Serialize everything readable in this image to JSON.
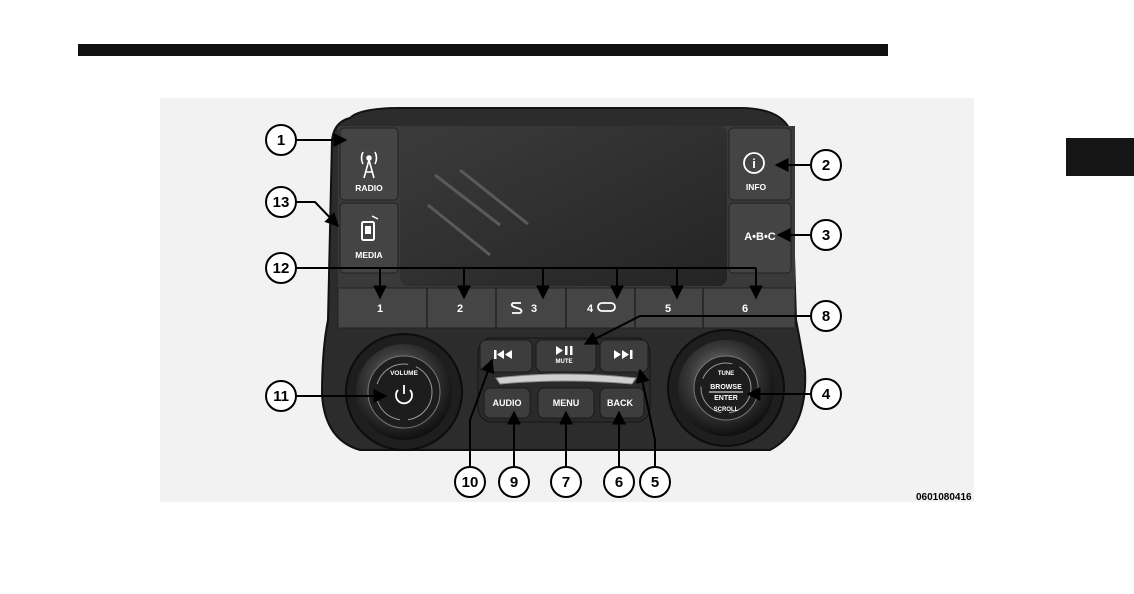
{
  "figure_id": "0601080416",
  "buttons": {
    "radio": "RADIO",
    "media": "MEDIA",
    "info": "INFO",
    "abc": "A•B•C",
    "audio": "AUDIO",
    "menu": "MENU",
    "back": "BACK",
    "mute": "MUTE",
    "preset_1": "1",
    "preset_2": "2",
    "preset_3": "3",
    "preset_4": "4",
    "preset_5": "5",
    "preset_6": "6"
  },
  "knobs": {
    "volume_ring": "VOLUME",
    "tune_ring": "TUNE",
    "browse": "BROWSE",
    "enter": "ENTER",
    "scroll_ring": "SCROLL"
  },
  "callouts": {
    "c1": "1",
    "c2": "2",
    "c3": "3",
    "c4": "4",
    "c5": "5",
    "c6": "6",
    "c7": "7",
    "c8": "8",
    "c9": "9",
    "c10": "10",
    "c11": "11",
    "c12": "12",
    "c13": "13"
  },
  "icons": {
    "radio": "antenna-icon",
    "media": "phone-music-icon",
    "info": "info-icon",
    "prev": "previous-track-icon",
    "play": "play-pause-icon",
    "next": "next-track-icon",
    "shuffle": "shuffle-icon",
    "repeat": "repeat-icon",
    "power": "power-icon"
  }
}
